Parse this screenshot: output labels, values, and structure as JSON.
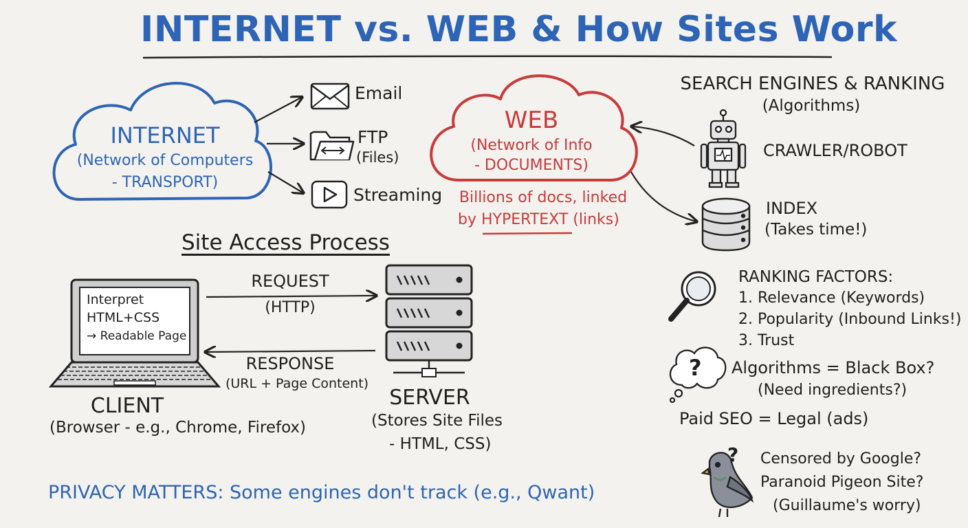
{
  "title": "INTERNET vs. WEB & How Sites Work",
  "colors": {
    "blue": "#2e64b5",
    "red": "#c93a3a",
    "ink": "#222222",
    "background": "#f3f2ee"
  },
  "internet": {
    "name": "INTERNET",
    "line1": "(Network of Computers",
    "line2": "- TRANSPORT)"
  },
  "services": [
    {
      "label": "Email",
      "icon": "envelope-icon"
    },
    {
      "label": "FTP",
      "sub": "(Files)",
      "icon": "folder-icon"
    },
    {
      "label": "Streaming",
      "icon": "play-icon"
    }
  ],
  "web": {
    "name": "WEB",
    "line1": "(Network of Info",
    "line2": "- DOCUMENTS)",
    "note1": "Billions of docs, linked",
    "note2_prefix": "by",
    "note2_key": "HYPERTEXT",
    "note2_suffix": "(links)"
  },
  "search": {
    "title": "SEARCH ENGINES & RANKING",
    "subtitle": "(Algorithms)",
    "crawler": "CRAWLER/ROBOT",
    "index": "INDEX",
    "index_note": "(Takes time!)",
    "ranking_title": "RANKING FACTORS:",
    "factors": [
      "1. Relevance (Keywords)",
      "2. Popularity (Inbound Links!)",
      "3. Trust"
    ],
    "algo1": "Algorithms = Black Box?",
    "algo2": "(Need ingredients?)",
    "paid": "Paid SEO = Legal (ads)",
    "pigeon1": "Censored by Google?",
    "pigeon2": "Paranoid Pigeon Site?",
    "pigeon3": "(Guillaume's worry)",
    "question_mark": "?"
  },
  "process": {
    "title": "Site Access Process",
    "screen1": "Interpret",
    "screen2": "HTML+CSS",
    "screen3": "→ Readable Page",
    "request": "REQUEST",
    "request_sub": "(HTTP)",
    "response": "RESPONSE",
    "response_sub": "(URL + Page Content)",
    "client": "CLIENT",
    "client_sub": "(Browser - e.g., Chrome, Firefox)",
    "server": "SERVER",
    "server_sub1": "(Stores Site Files",
    "server_sub2": "- HTML, CSS)"
  },
  "privacy": "PRIVACY MATTERS: Some engines don't track (e.g., Qwant)"
}
